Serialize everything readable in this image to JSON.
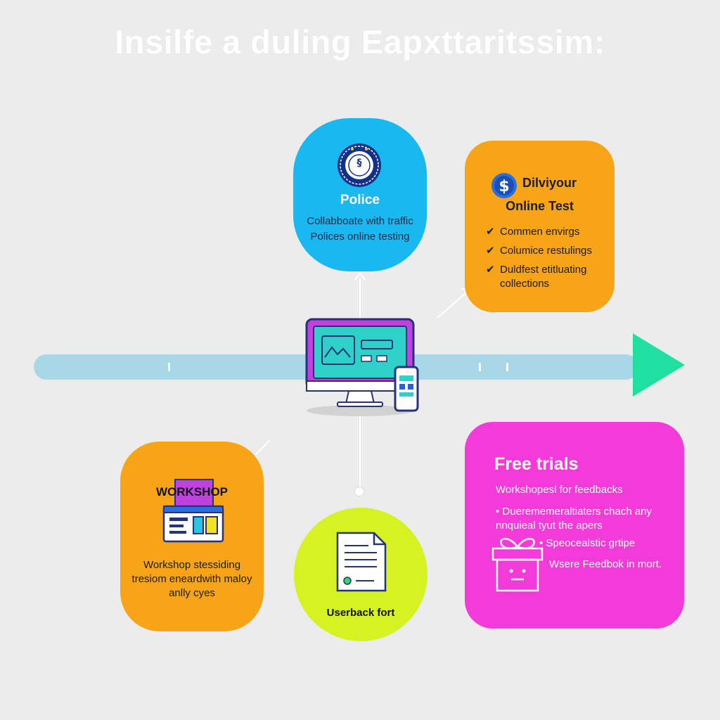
{
  "title": "Insilfe a duling Eapxttaritssim:",
  "colors": {
    "background": "#ececec",
    "police_card": "#1ab8f0",
    "online_card": "#f7a516",
    "workshop_card": "#f7a516",
    "feedback_card": "#d7f222",
    "trials_card": "#f23bd8",
    "timeline": "#a8d8e8",
    "timeline_arrow": "#1fe0a0"
  },
  "police": {
    "icon": "police-badge-icon",
    "label": "Police",
    "description": "Collabboate with traffic Polices online testing"
  },
  "online_test": {
    "icon": "dollar-icon",
    "title_line1": "Dilviyour",
    "title_line2": "Online Test",
    "items": [
      "Commen envirgs",
      "Columice restulings",
      "Duldfest etitluating collections"
    ]
  },
  "center": {
    "icon": "computer-and-phone-icon"
  },
  "workshop": {
    "icon": "workshop-screen-icon",
    "label": "WORKSHOP",
    "description": "Workshop stessiding tresiom eneardwith maloy anlly cyes"
  },
  "feedback": {
    "icon": "document-icon",
    "label": "Userback fort"
  },
  "trials": {
    "icon": "gift-box-icon",
    "title": "Free trials",
    "subtitle": "Workshopesl for feedbacks",
    "bullet1": "• Duerememeraltiaters chach any nnquieal tyut the apers",
    "bullet2": "• Speocealstic grtipe",
    "bullet3": "Wsere Feedbok in mort."
  }
}
